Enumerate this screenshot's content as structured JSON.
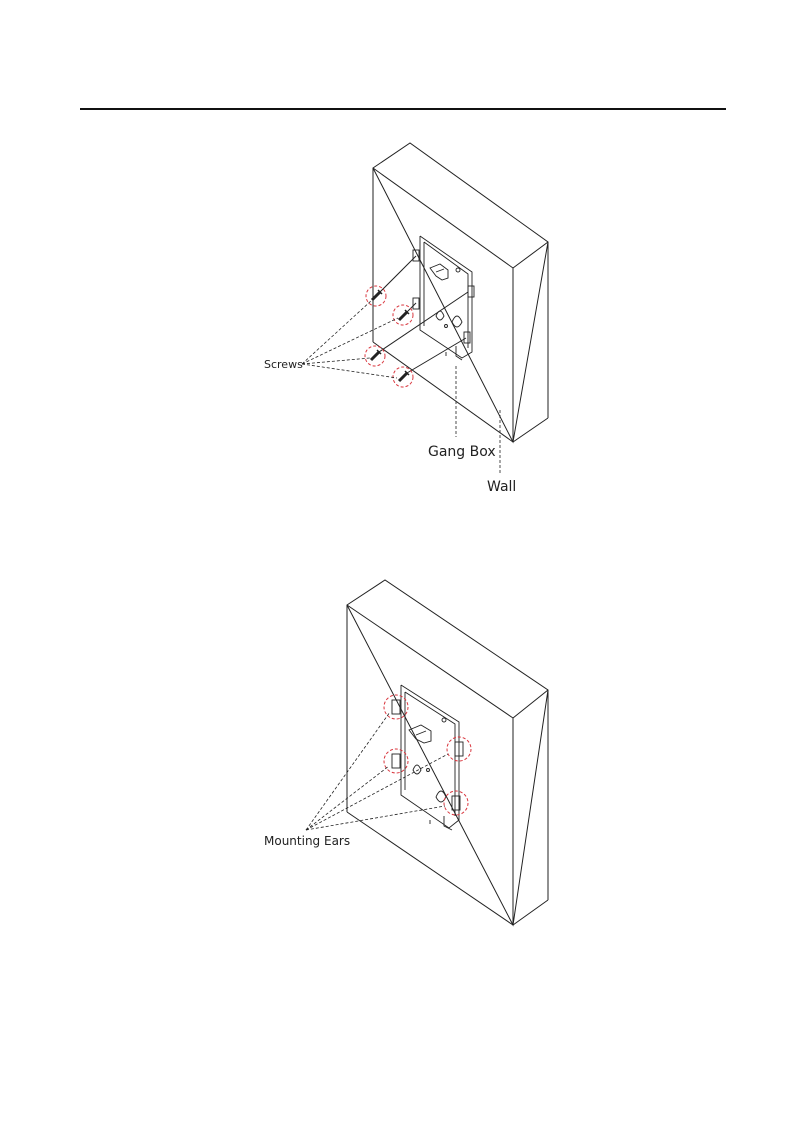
{
  "figure_1": {
    "labels": {
      "screws": "Screws",
      "gang_box": "Gang Box",
      "wall": "Wall"
    }
  },
  "figure_2": {
    "labels": {
      "mounting_ears": "Mounting Ears"
    }
  },
  "colors": {
    "line": "#222222",
    "wall_face": "#ffffff",
    "callout_circle": "#d9363e"
  }
}
